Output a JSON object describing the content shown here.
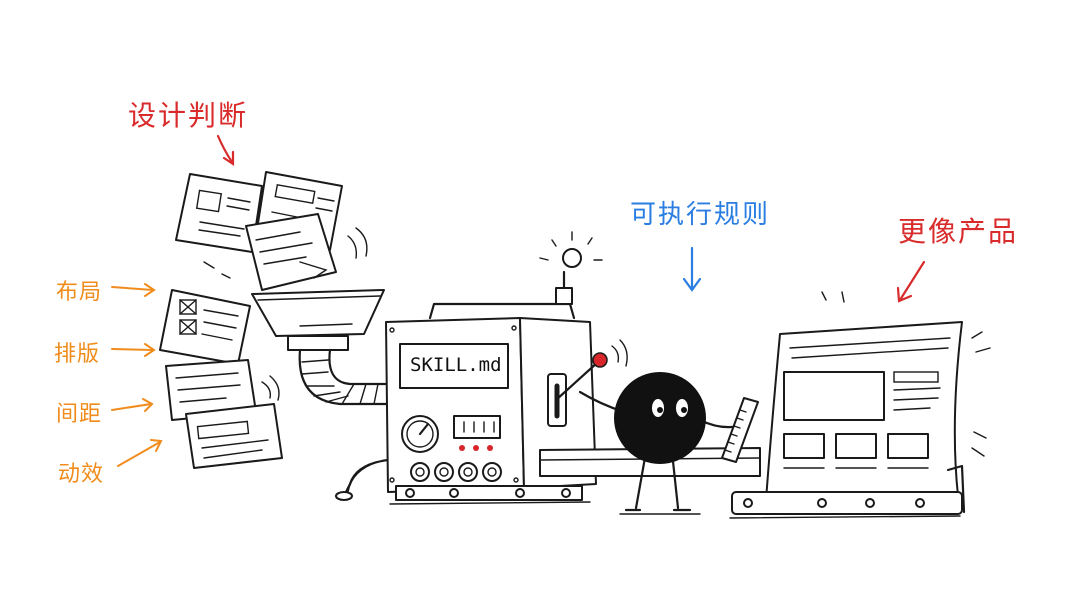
{
  "labels": {
    "design_judgment": "设计判断",
    "executable_rules": "可执行规则",
    "more_like_product": "更像产品",
    "inputs": [
      "布局",
      "排版",
      "间距",
      "动效"
    ]
  },
  "machine": {
    "badge_text": "SKILL.md"
  },
  "colors": {
    "red": "#d92b2b",
    "blue": "#2a7de1",
    "orange": "#f08c1c",
    "ink": "#1a1a1a",
    "lamp": "#d9262a"
  }
}
